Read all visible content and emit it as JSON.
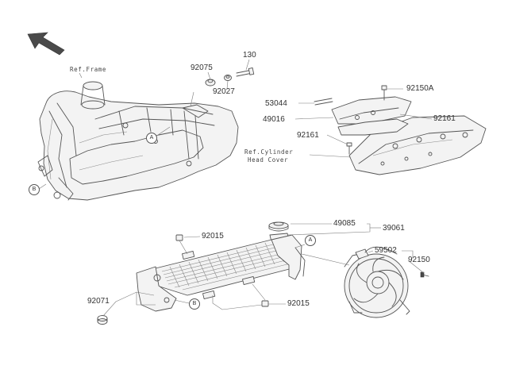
{
  "orientation_arrow": "front-direction-arrow",
  "references": {
    "frame": "Ref.Frame",
    "cylinder_head_cover_line1": "Ref.Cylinder",
    "cylinder_head_cover_line2": "Head Cover"
  },
  "markers": {
    "a_frame": "A",
    "b_frame": "B",
    "a_radiator": "A",
    "b_radiator": "B"
  },
  "part_numbers": {
    "p130": "130",
    "p92075": "92075",
    "p92027": "92027",
    "p92150a": "92150A",
    "p53044": "53044",
    "p49016": "49016",
    "p92161_upper": "92161",
    "p92161_lower": "92161",
    "p49085": "49085",
    "p39061": "39061",
    "p92015_upper": "92015",
    "p59502": "59502",
    "p92150": "92150",
    "p92071": "92071",
    "p92015_lower": "92015"
  }
}
